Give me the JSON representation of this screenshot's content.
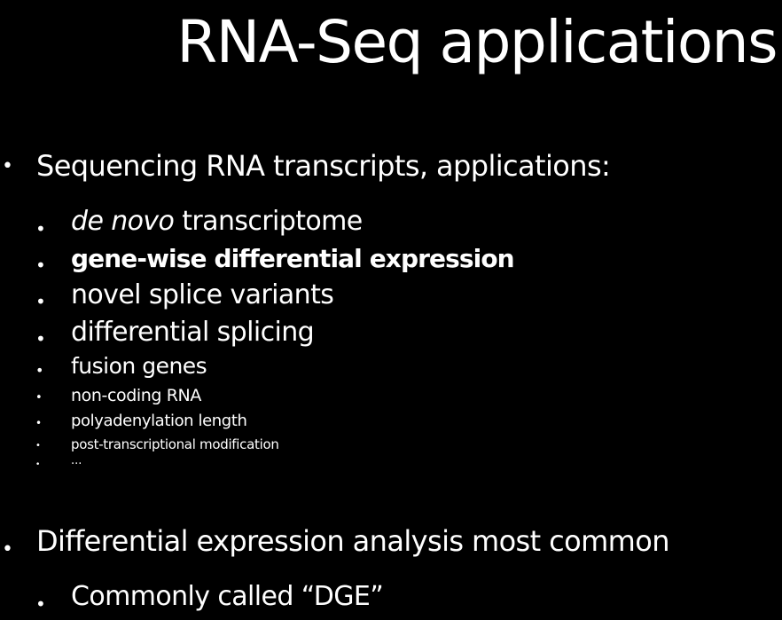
{
  "slide": {
    "title": "RNA-Seq applications",
    "bullet_char": "•",
    "sections": [
      {
        "heading": "Sequencing RNA transcripts, applications:",
        "items": [
          {
            "italic_prefix": "de novo",
            "text": " transcriptome"
          },
          {
            "text": "gene-wise differential expression"
          },
          {
            "text": "novel splice variants"
          },
          {
            "text": "differential splicing"
          },
          {
            "text": "fusion genes"
          },
          {
            "text": "non-coding RNA"
          },
          {
            "text": "polyadenylation length"
          },
          {
            "text": "post-transcriptional modification"
          },
          {
            "text": "..."
          }
        ]
      },
      {
        "heading": "Differential expression analysis most common",
        "items": [
          {
            "text": "Commonly called “DGE”"
          }
        ]
      }
    ]
  }
}
